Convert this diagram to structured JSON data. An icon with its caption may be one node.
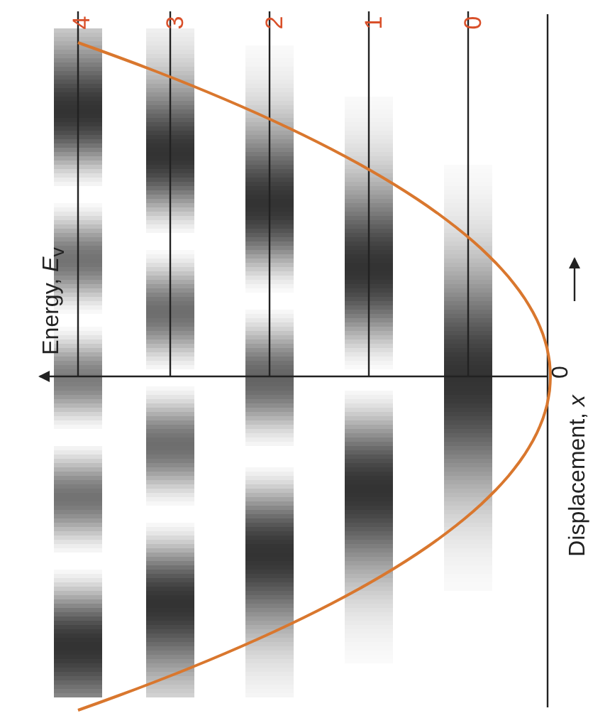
{
  "diagram": {
    "labels": [
      "4",
      "3",
      "2",
      "1",
      "0",
      "Energy, *E*$_{v}$",
      "Displacement, *x*",
      "0"
    ]
  }
}
